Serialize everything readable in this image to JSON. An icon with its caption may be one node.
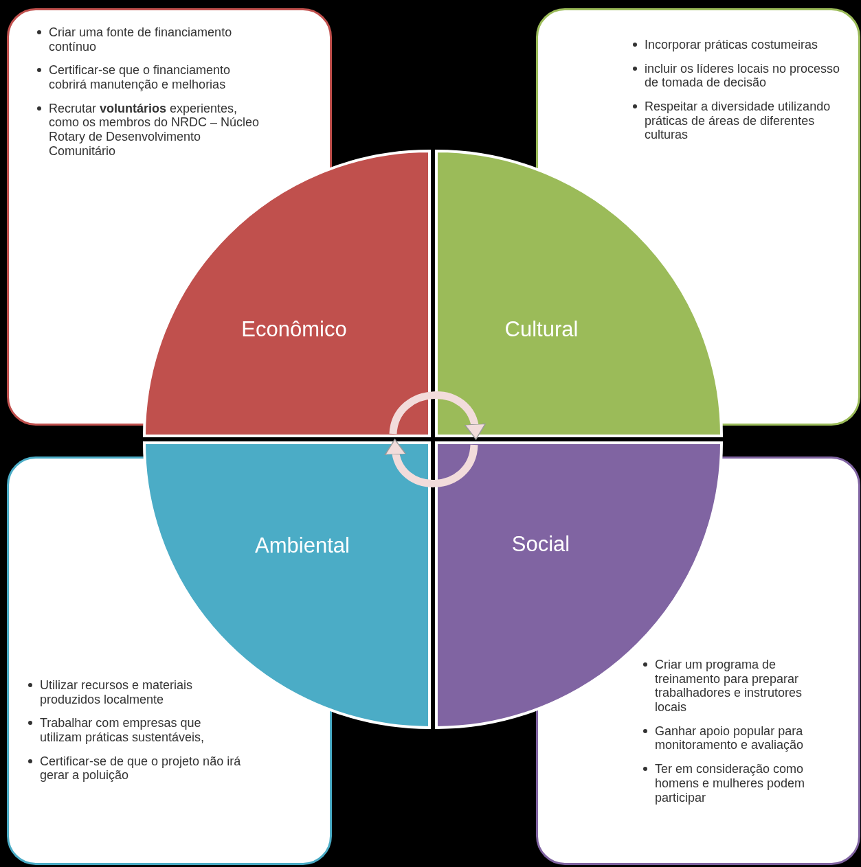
{
  "diagram": {
    "nodes": [
      {
        "text": [
          "Criar uma fonte de financiamento contínuo",
          "Certificar-se que o financiamento cobrirá manutenção e melhorias",
          "Recrutar **voluntários** experientes, como os membros do NRDC – Núcleo Rotary de Desenvolvimento Comunitário"
        ]
      },
      {
        "text": [
          "Incorporar práticas costumeiras",
          "incluir os líderes locais no processo de tomada de decisão",
          "Respeitar a diversidade utilizando práticas de áreas de diferentes culturas"
        ]
      },
      {
        "text": [
          "Utilizar recursos e materiais produzidos localmente",
          "Trabalhar com empresas que utilizam práticas sustentáveis,",
          "Certificar-se de que o projeto não irá gerar a poluição"
        ]
      },
      {
        "text": [
          "Criar um programa de treinamento para preparar trabalhadores e instrutores locais",
          "Ganhar apoio popular para monitoramento e avaliação",
          "Ter em consideração como homens e mulheres podem participar"
        ]
      },
      {
        "text": [
          "Econômico"
        ]
      },
      {
        "text": [
          "Cultural"
        ]
      },
      {
        "text": [
          "Ambiental"
        ]
      },
      {
        "text": [
          "Social"
        ]
      }
    ],
    "edges": [
      {
        "from": 4,
        "to": 5,
        "arrow": "to"
      },
      {
        "from": 7,
        "to": 6,
        "arrow": "to"
      }
    ]
  }
}
